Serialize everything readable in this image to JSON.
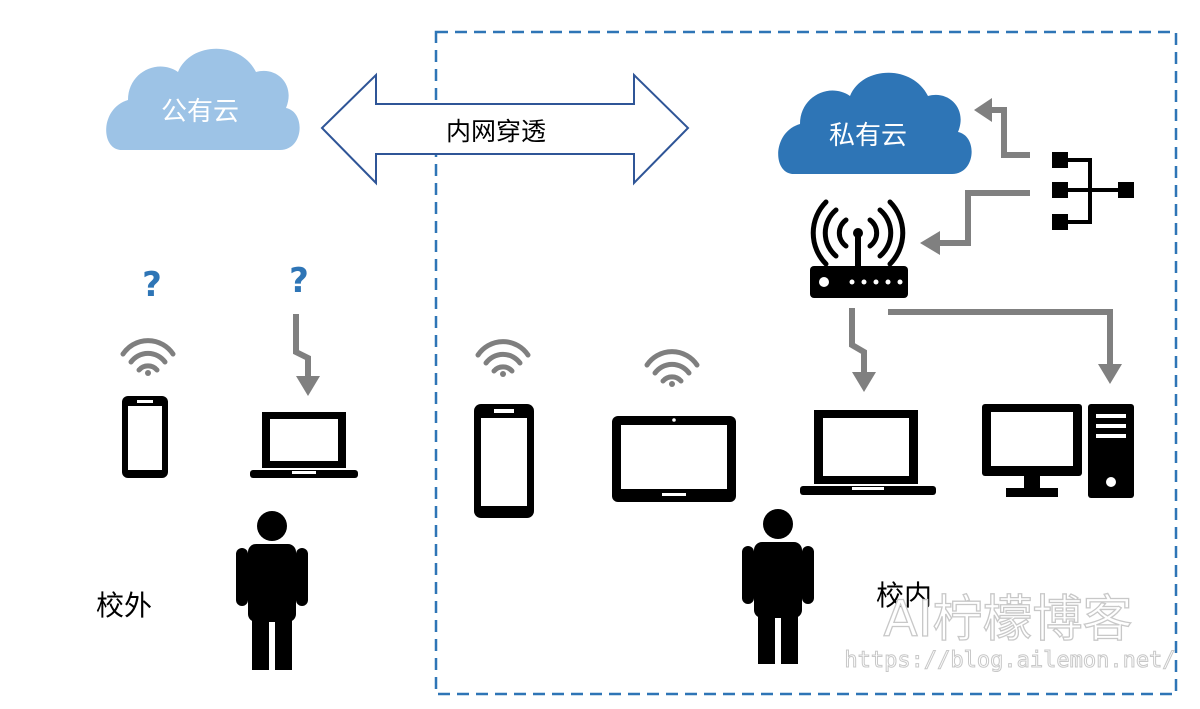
{
  "public_cloud": {
    "label": "公有云"
  },
  "private_cloud": {
    "label": "私有云"
  },
  "tunnel": {
    "label": "内网穿透"
  },
  "zones": {
    "outside": {
      "label": "校外"
    },
    "inside": {
      "label": "校内"
    }
  },
  "unknown_marks": [
    "?",
    "?"
  ],
  "watermark": {
    "title": "AI柠檬博客",
    "url": "https://blog.ailemon.net/"
  },
  "colors": {
    "public_cloud": "#9dc3e6",
    "private_cloud": "#2e75b6",
    "campus_border": "#2e75b6",
    "tunnel_stroke": "#2f5597",
    "question_mark": "#2e75b6",
    "connector": "#808080",
    "wifi": "#7f7f7f",
    "device": "#000000"
  },
  "icons": [
    "cloud-icon",
    "wifi-icon",
    "phone-icon",
    "laptop-icon",
    "tablet-icon",
    "desktop-icon",
    "router-icon",
    "network-switch-icon",
    "person-icon",
    "question-mark-icon"
  ]
}
